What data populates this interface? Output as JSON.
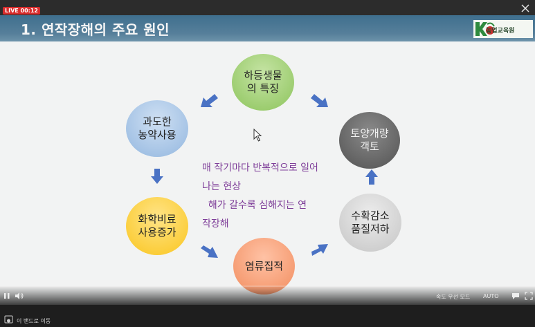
{
  "live_badge": "LIVE 00:12",
  "slide": {
    "title": "1. 연작장해의 주요 원인",
    "logo_text": "농업교육원",
    "circles": {
      "top": "하등생물\n의 특징",
      "upper_left": "과도한\n농약사용",
      "upper_right": "토양개량\n객토",
      "lower_left": "화학비료\n사용증가",
      "lower_right": "수확감소\n품질저하",
      "bottom": "염류집적"
    },
    "center_lines": [
      "매 작기마다 반복적으로 일어",
      "나는 현상",
      "  해가 갈수록 심해지는 연",
      "작장해"
    ]
  },
  "controls": {
    "speed_mode": "속도 우선 모드",
    "quality": "AUTO"
  },
  "bottom_bar": {
    "label": "이 밴드로 이동"
  },
  "colors": {
    "header": "#567f9a",
    "live": "#d92c2c",
    "center_text": "#7d3c98",
    "arrow": "#4a72c4"
  }
}
